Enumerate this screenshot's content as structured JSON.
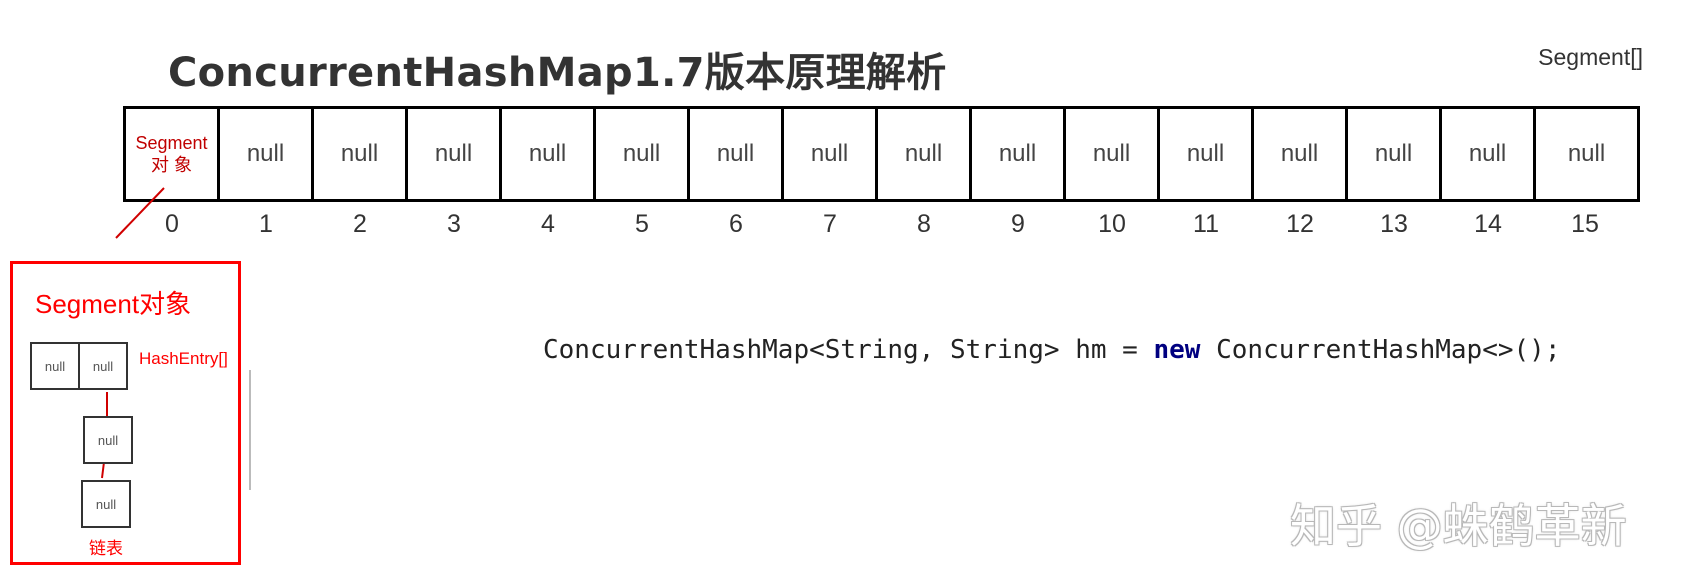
{
  "title": "ConcurrentHashMap1.7版本原理解析",
  "segment_array_label": "Segment[]",
  "array": {
    "first_cell_line1": "Segment",
    "first_cell_line2": "对 象",
    "cells": [
      "null",
      "null",
      "null",
      "null",
      "null",
      "null",
      "null",
      "null",
      "null",
      "null",
      "null",
      "null",
      "null",
      "null",
      "null"
    ],
    "indices": [
      "0",
      "1",
      "2",
      "3",
      "4",
      "5",
      "6",
      "7",
      "8",
      "9",
      "10",
      "11",
      "12",
      "13",
      "14",
      "15"
    ]
  },
  "segment_object": {
    "title": "Segment对象",
    "hash_entries": [
      "null",
      "null"
    ],
    "hash_entry_label": "HashEntry[]",
    "linked_nodes": [
      "null",
      "null"
    ],
    "linked_list_label": "链表"
  },
  "code": {
    "before": "ConcurrentHashMap<String, String> hm = ",
    "keyword": "new",
    "after": " ConcurrentHashMap<>();"
  },
  "watermark": "知乎 @蛛鹤革新",
  "colors": {
    "accent_red": "#ff0000",
    "keyword_blue": "#000080"
  }
}
